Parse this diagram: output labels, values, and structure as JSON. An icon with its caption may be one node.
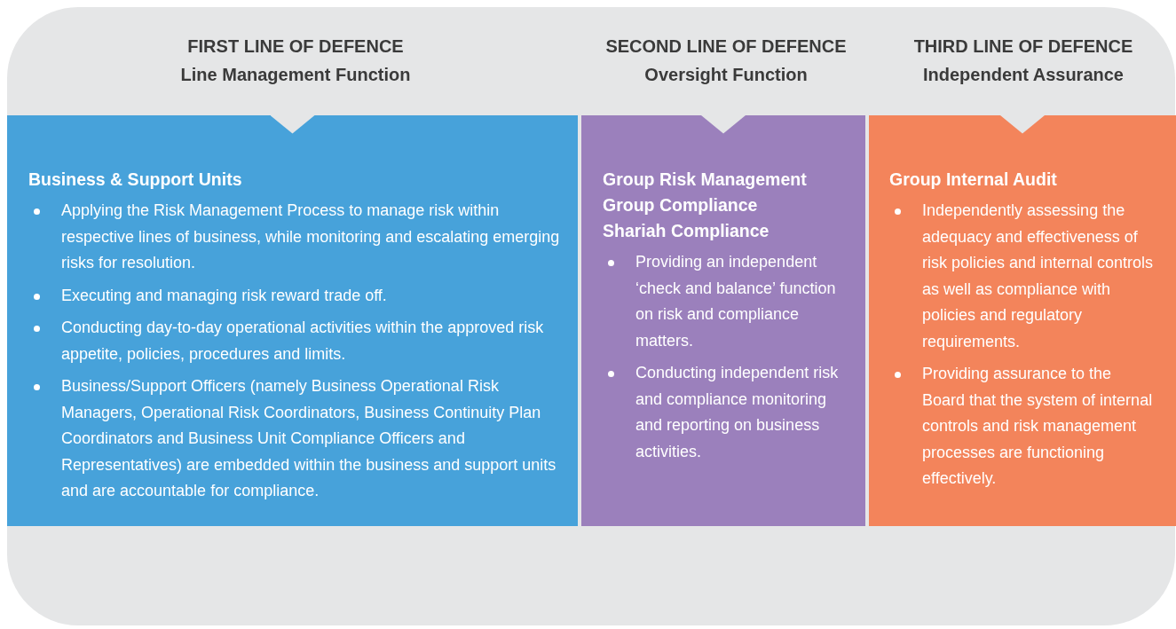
{
  "diagram": {
    "nodes": [
      {
        "text": [
          "FIRST LINE OF DEFENCE",
          "Line Management Function"
        ]
      },
      {
        "text": [
          "SECOND LINE OF DEFENCE",
          "Oversight Function"
        ]
      },
      {
        "text": [
          "THIRD LINE OF DEFENCE",
          "Independent Assurance"
        ]
      },
      {
        "text": [
          "Business & Support Units",
          "Applying the Risk Management Process to manage risk within respective lines of business, while monitoring and escalating emerging risks for resolution.",
          "Executing and managing risk reward trade off.",
          "Conducting day-to-day operational activities within the approved risk appetite, policies, procedures and limits.",
          "Business/Support Officers (namely Business Operational Risk Managers, Operational Risk Coordinators, Business Continuity Plan Coordinators and Business Unit Compliance Officers and Representatives) are embedded within the business and support units and are accountable for compliance."
        ]
      },
      {
        "text": [
          "Group Risk Management",
          "Group Compliance",
          "Shariah Compliance",
          "Providing an independent ‘check and balance’ function on risk and compliance matters.",
          "Conducting independent risk and compliance monitoring and reporting on business activities."
        ]
      },
      {
        "text": [
          "Group Internal Audit",
          "Independently assessing the adequacy and effectiveness of risk policies and internal controls as well as compliance with policies and regulatory requirements.",
          "Providing assurance to the Board that the system of internal controls and risk management processes are functioning effectively."
        ]
      }
    ],
    "edges": [
      {
        "from": 0,
        "to": 3,
        "arrow": "to"
      },
      {
        "from": 1,
        "to": 4,
        "arrow": "to"
      },
      {
        "from": 2,
        "to": 5,
        "arrow": "to"
      }
    ]
  }
}
